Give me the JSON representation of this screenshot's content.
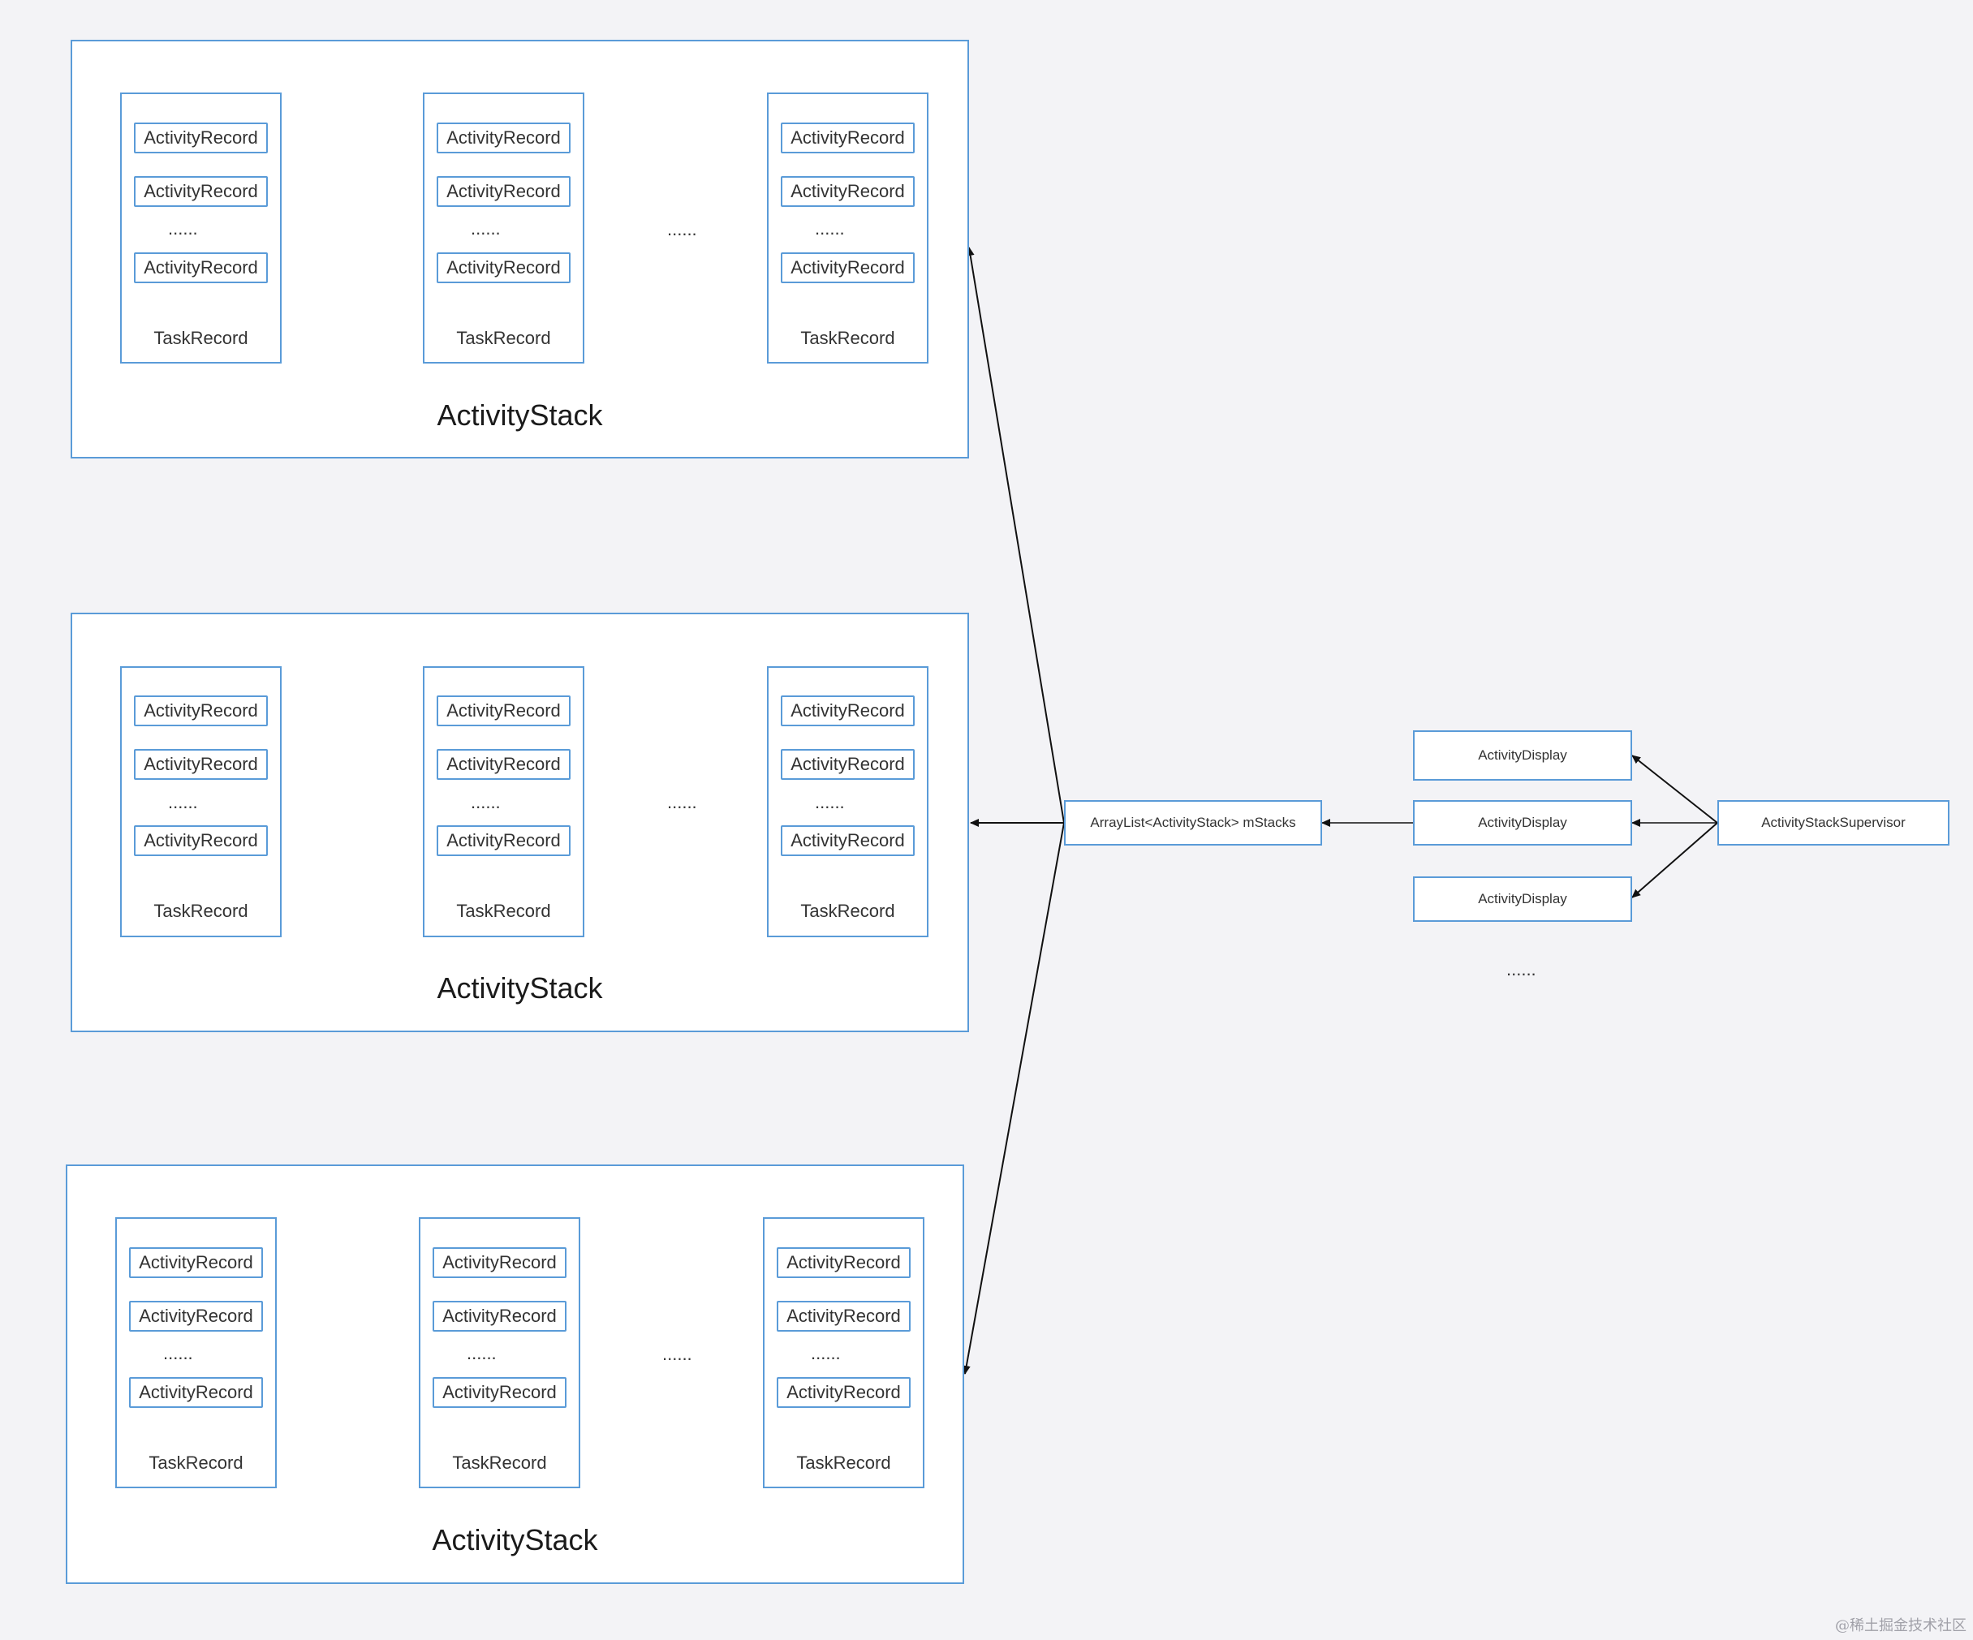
{
  "stacks": [
    {
      "title": "ActivityStack",
      "tasks": [
        {
          "records": [
            "ActivityRecord",
            "ActivityRecord",
            "ActivityRecord"
          ],
          "ellipsis": "......",
          "label": "TaskRecord"
        },
        {
          "records": [
            "ActivityRecord",
            "ActivityRecord",
            "ActivityRecord"
          ],
          "ellipsis": "......",
          "label": "TaskRecord"
        },
        {
          "records": [
            "ActivityRecord",
            "ActivityRecord",
            "ActivityRecord"
          ],
          "ellipsis": "......",
          "label": "TaskRecord"
        }
      ],
      "between_ellipsis": "......"
    },
    {
      "title": "ActivityStack",
      "tasks": [
        {
          "records": [
            "ActivityRecord",
            "ActivityRecord",
            "ActivityRecord"
          ],
          "ellipsis": "......",
          "label": "TaskRecord"
        },
        {
          "records": [
            "ActivityRecord",
            "ActivityRecord",
            "ActivityRecord"
          ],
          "ellipsis": "......",
          "label": "TaskRecord"
        },
        {
          "records": [
            "ActivityRecord",
            "ActivityRecord",
            "ActivityRecord"
          ],
          "ellipsis": "......",
          "label": "TaskRecord"
        }
      ],
      "between_ellipsis": "......"
    },
    {
      "title": "ActivityStack",
      "tasks": [
        {
          "records": [
            "ActivityRecord",
            "ActivityRecord",
            "ActivityRecord"
          ],
          "ellipsis": "......",
          "label": "TaskRecord"
        },
        {
          "records": [
            "ActivityRecord",
            "ActivityRecord",
            "ActivityRecord"
          ],
          "ellipsis": "......",
          "label": "TaskRecord"
        },
        {
          "records": [
            "ActivityRecord",
            "ActivityRecord",
            "ActivityRecord"
          ],
          "ellipsis": "......",
          "label": "TaskRecord"
        }
      ],
      "between_ellipsis": "......"
    }
  ],
  "mstacks_label": "ArrayList<ActivityStack> mStacks",
  "displays": [
    "ActivityDisplay",
    "ActivityDisplay",
    "ActivityDisplay"
  ],
  "displays_ellipsis": "......",
  "supervisor_label": "ActivityStackSupervisor",
  "watermark": "@稀土掘金技术社区",
  "colors": {
    "border": "#5a9bd8",
    "background": "#f3f3f6",
    "arrow": "#111111"
  }
}
